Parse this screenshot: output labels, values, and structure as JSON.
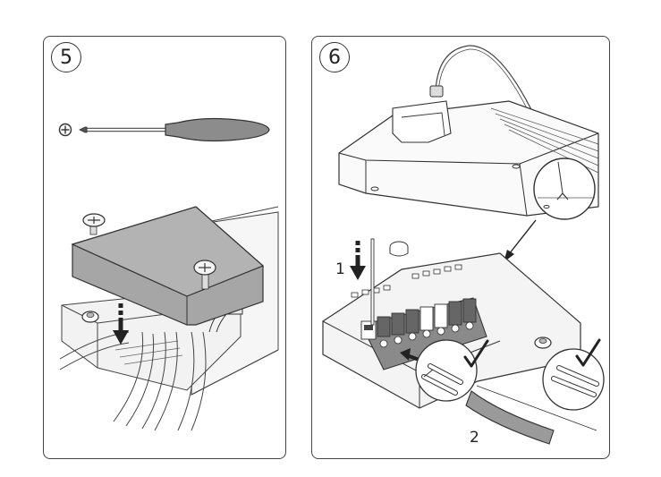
{
  "steps": [
    {
      "number": "5"
    },
    {
      "number": "6",
      "callouts": [
        "1",
        "2"
      ]
    }
  ],
  "icons": {
    "screwdriver_bit": "phillips-symbol-icon",
    "confirm": "checkmark-icon"
  },
  "colors": {
    "outline": "#333333",
    "shell_grey": "#9a9a9a",
    "handle_grey": "#8c8c8c",
    "housing_light": "#f4f4f4",
    "terminal_dark": "#555555"
  }
}
